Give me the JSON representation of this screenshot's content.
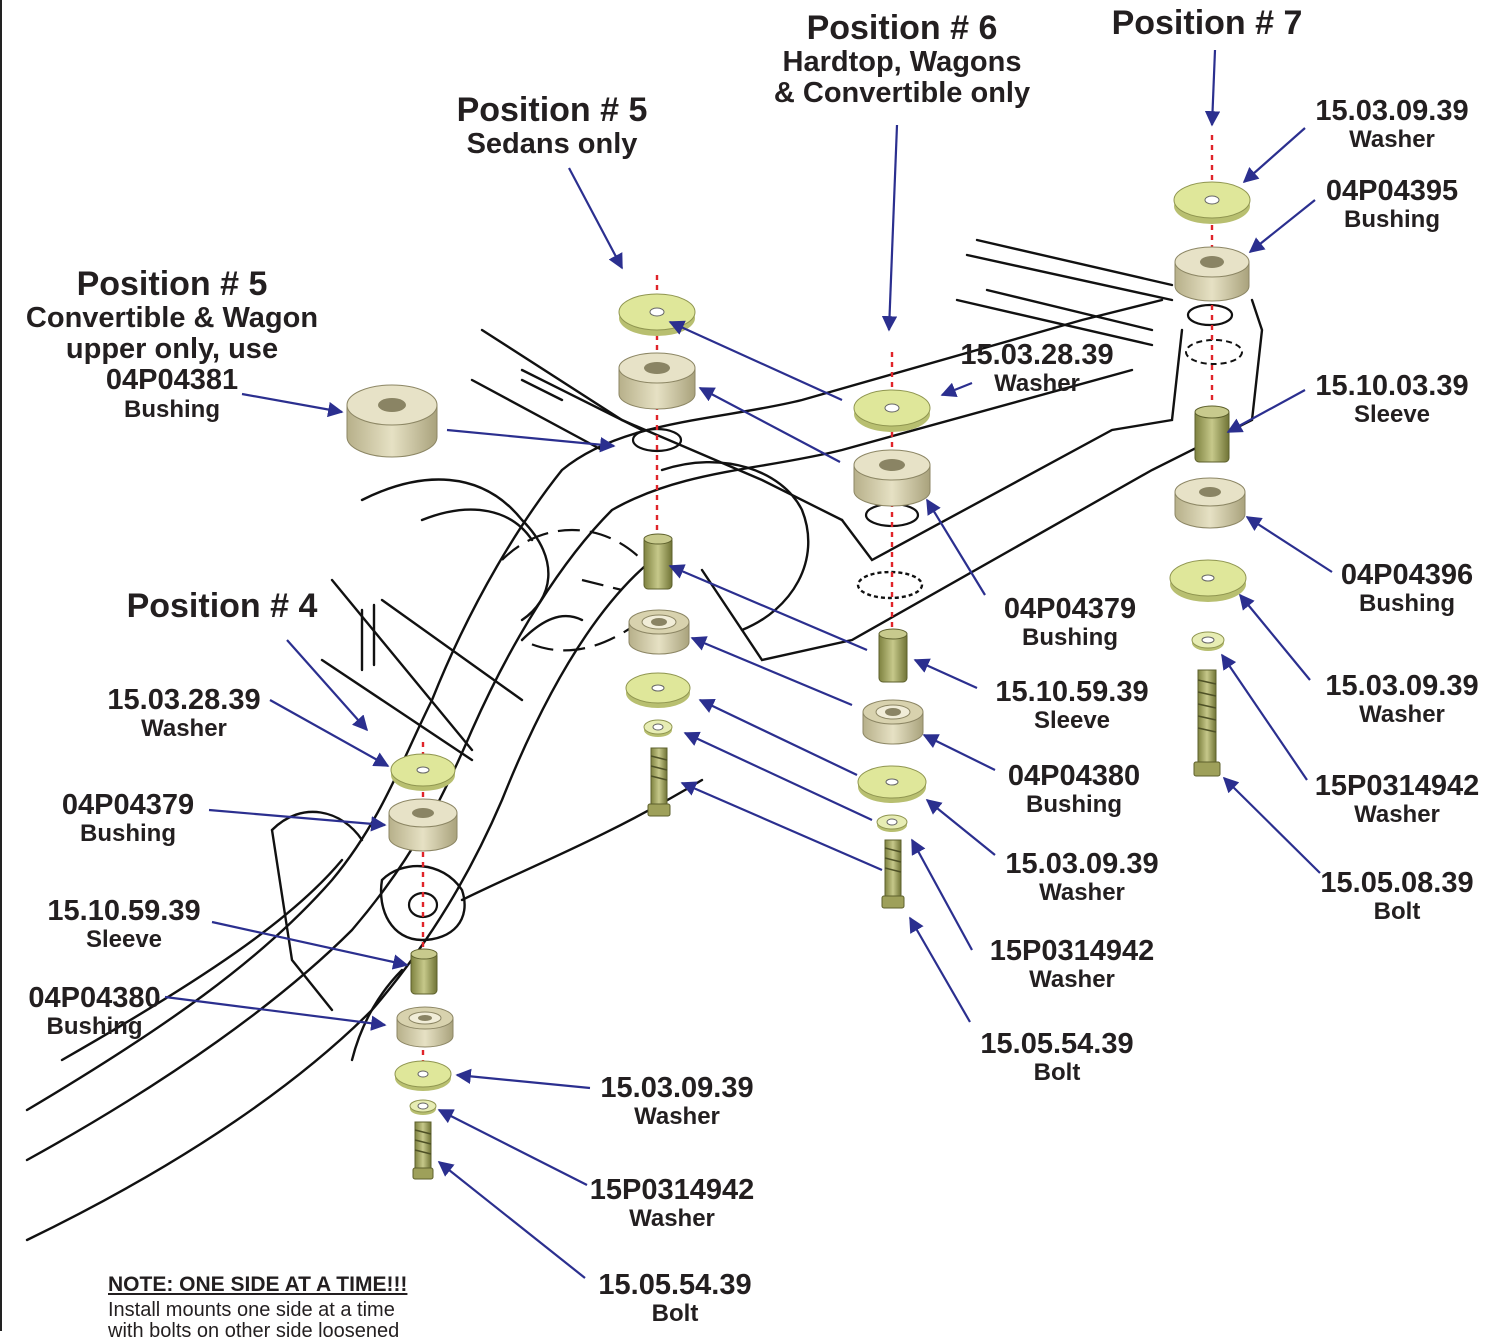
{
  "positions": {
    "p4": {
      "title": "Position # 4"
    },
    "p5_sedan": {
      "title": "Position # 5",
      "subtitle": "Sedans only"
    },
    "p5_conv": {
      "title": "Position # 5",
      "line1": "Convertible & Wagon",
      "line2": "upper only, use",
      "part": "04P04381",
      "desc": "Bushing"
    },
    "p6": {
      "title": "Position # 6",
      "line1": "Hardtop, Wagons",
      "line2": "& Convertible only"
    },
    "p7": {
      "title": "Position # 7"
    }
  },
  "parts": {
    "p7_washer_top": {
      "pn": "15.03.09.39",
      "desc": "Washer"
    },
    "p7_bushing_top": {
      "pn": "04P04395",
      "desc": "Bushing"
    },
    "p7_sleeve": {
      "pn": "15.10.03.39",
      "desc": "Sleeve"
    },
    "p7_bushing_bot": {
      "pn": "04P04396",
      "desc": "Bushing"
    },
    "p7_washer_bot": {
      "pn": "15.03.09.39",
      "desc": "Washer"
    },
    "p7_small_washer": {
      "pn": "15P0314942",
      "desc": "Washer"
    },
    "p7_bolt": {
      "pn": "15.05.08.39",
      "desc": "Bolt"
    },
    "p6_washer_top": {
      "pn": "15.03.28.39",
      "desc": "Washer"
    },
    "p6_bushing_top": {
      "pn": "04P04379",
      "desc": "Bushing"
    },
    "p6_sleeve": {
      "pn": "15.10.59.39",
      "desc": "Sleeve"
    },
    "p6_bushing_bot": {
      "pn": "04P04380",
      "desc": "Bushing"
    },
    "p6_washer_bot": {
      "pn": "15.03.09.39",
      "desc": "Washer"
    },
    "p6_small_washer": {
      "pn": "15P0314942",
      "desc": "Washer"
    },
    "p6_bolt": {
      "pn": "15.05.54.39",
      "desc": "Bolt"
    },
    "p4_washer_top": {
      "pn": "15.03.28.39",
      "desc": "Washer"
    },
    "p4_bushing_top": {
      "pn": "04P04379",
      "desc": "Bushing"
    },
    "p4_sleeve": {
      "pn": "15.10.59.39",
      "desc": "Sleeve"
    },
    "p4_bushing_bot": {
      "pn": "04P04380",
      "desc": "Bushing"
    },
    "p4_washer_bot": {
      "pn": "15.03.09.39",
      "desc": "Washer"
    },
    "p4_small_washer": {
      "pn": "15P0314942",
      "desc": "Washer"
    },
    "p4_bolt": {
      "pn": "15.05.54.39",
      "desc": "Bolt"
    }
  },
  "note": {
    "heading": "NOTE: ONE SIDE AT A TIME!!!",
    "body": "Install mounts one side at a time\nwith bolts on other side loosened"
  },
  "colors": {
    "arrow": "#2b2f8f",
    "centerline": "#e0242a",
    "washer": "#dfe79a",
    "bushing": "#cfc9a4",
    "sleeve": "#9ea05a",
    "outline": "#231f20"
  }
}
